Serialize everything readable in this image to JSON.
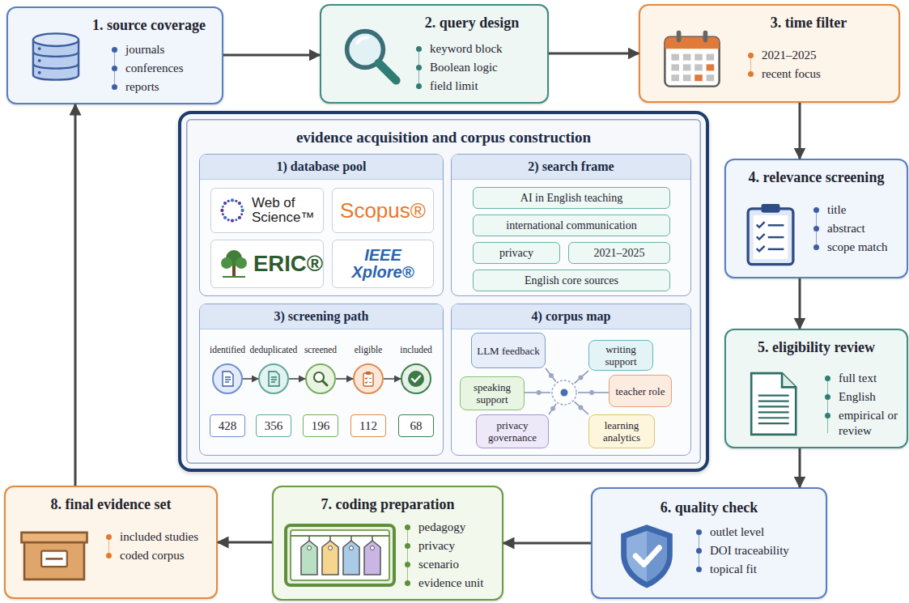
{
  "diagram": {
    "nodes": [
      {
        "text": [
          "1. source coverage",
          "journals",
          "conferences",
          "reports"
        ]
      },
      {
        "text": [
          "2. query design",
          "keyword block",
          "Boolean logic",
          "field limit"
        ]
      },
      {
        "text": [
          "3. time filter",
          "2021–2025",
          "recent focus"
        ]
      },
      {
        "text": [
          "evidence acquisition and corpus construction"
        ]
      },
      {
        "text": [
          "1) database pool"
        ],
        "in": 3
      },
      {
        "text": [
          "Web of Science™"
        ],
        "in": 4
      },
      {
        "text": [
          "Scopus®"
        ],
        "in": 4
      },
      {
        "text": [
          "ERIC®"
        ],
        "in": 4
      },
      {
        "text": [
          "IEEE Xplore®"
        ],
        "in": 4
      },
      {
        "text": [
          "2) search frame"
        ],
        "in": 3
      },
      {
        "text": [
          "AI in English teaching"
        ],
        "in": 9
      },
      {
        "text": [
          "international communication"
        ],
        "in": 9
      },
      {
        "text": [
          "privacy"
        ],
        "in": 9
      },
      {
        "text": [
          "2021–2025"
        ],
        "in": 9
      },
      {
        "text": [
          "English core sources"
        ],
        "in": 9
      },
      {
        "text": [
          "3) screening path"
        ],
        "in": 3
      },
      {
        "text": [
          "identified"
        ],
        "in": 15
      },
      {
        "text": [
          "428"
        ],
        "in": 15
      },
      {
        "text": [
          "deduplicated"
        ],
        "in": 15
      },
      {
        "text": [
          "356"
        ],
        "in": 15
      },
      {
        "text": [
          "screened"
        ],
        "in": 15
      },
      {
        "text": [
          "196"
        ],
        "in": 15
      },
      {
        "text": [
          "eligible"
        ],
        "in": 15
      },
      {
        "text": [
          "112"
        ],
        "in": 15
      },
      {
        "text": [
          "included"
        ],
        "in": 15
      },
      {
        "text": [
          "68"
        ],
        "in": 15
      },
      {
        "text": [
          "4) corpus map"
        ],
        "in": 3
      },
      {
        "text": [
          "LLM feedback"
        ],
        "in": 26
      },
      {
        "text": [
          "writing support"
        ],
        "in": 26
      },
      {
        "text": [
          "speaking support"
        ],
        "in": 26
      },
      {
        "text": [
          "teacher role"
        ],
        "in": 26
      },
      {
        "text": [
          "privacy governance"
        ],
        "in": 26
      },
      {
        "text": [
          "learning analytics"
        ],
        "in": 26
      },
      {
        "text": [
          "4. relevance screening",
          "title",
          "abstract",
          "scope match"
        ]
      },
      {
        "text": [
          "5. eligibility review",
          "full text",
          "English",
          "empirical or review"
        ]
      },
      {
        "text": [
          "6. quality check",
          "outlet level",
          "DOI traceability",
          "topical fit"
        ]
      },
      {
        "text": [
          "7. coding preparation",
          "pedagogy",
          "privacy",
          "scenario",
          "evidence unit"
        ]
      },
      {
        "text": [
          "8. final evidence set",
          "included studies",
          "coded corpus"
        ]
      }
    ],
    "edges": [
      {
        "from": 0,
        "to": 1,
        "arrow": "to"
      },
      {
        "from": 1,
        "to": 2,
        "arrow": "to"
      },
      {
        "from": 2,
        "to": 33,
        "arrow": "to"
      },
      {
        "from": 33,
        "to": 34,
        "arrow": "to"
      },
      {
        "from": 34,
        "to": 35,
        "arrow": "to"
      },
      {
        "from": 35,
        "to": 36,
        "arrow": "to"
      },
      {
        "from": 36,
        "to": 37,
        "arrow": "to"
      },
      {
        "from": 37,
        "to": 0,
        "arrow": "to"
      },
      {
        "from": 16,
        "to": 18,
        "arrow": "to"
      },
      {
        "from": 18,
        "to": 20,
        "arrow": "to"
      },
      {
        "from": 20,
        "to": 22,
        "arrow": "to"
      },
      {
        "from": 22,
        "to": 24,
        "arrow": "to"
      }
    ]
  }
}
